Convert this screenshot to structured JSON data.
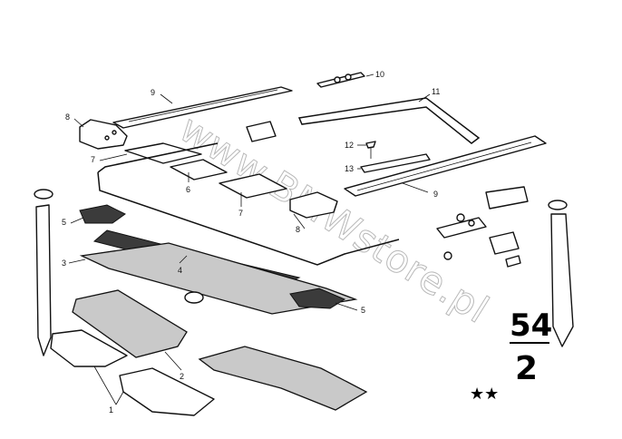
{
  "diagram": {
    "section_top": "54",
    "section_bottom": "2",
    "stars": "★★",
    "watermark": "www.BMWstore.pl",
    "callouts": [
      {
        "id": "c10",
        "text": "10"
      },
      {
        "id": "c9a",
        "text": "9"
      },
      {
        "id": "c11",
        "text": "11"
      },
      {
        "id": "c8a",
        "text": "8"
      },
      {
        "id": "c12",
        "text": "12"
      },
      {
        "id": "c7a",
        "text": "7"
      },
      {
        "id": "c13",
        "text": "13"
      },
      {
        "id": "c6",
        "text": "6"
      },
      {
        "id": "c7b",
        "text": "7"
      },
      {
        "id": "c9b",
        "text": "9"
      },
      {
        "id": "c8b",
        "text": "8"
      },
      {
        "id": "c5a",
        "text": "5"
      },
      {
        "id": "c3",
        "text": "3"
      },
      {
        "id": "c4",
        "text": "4"
      },
      {
        "id": "c5b",
        "text": "5"
      },
      {
        "id": "c2",
        "text": "2"
      },
      {
        "id": "c1",
        "text": "1"
      }
    ]
  }
}
